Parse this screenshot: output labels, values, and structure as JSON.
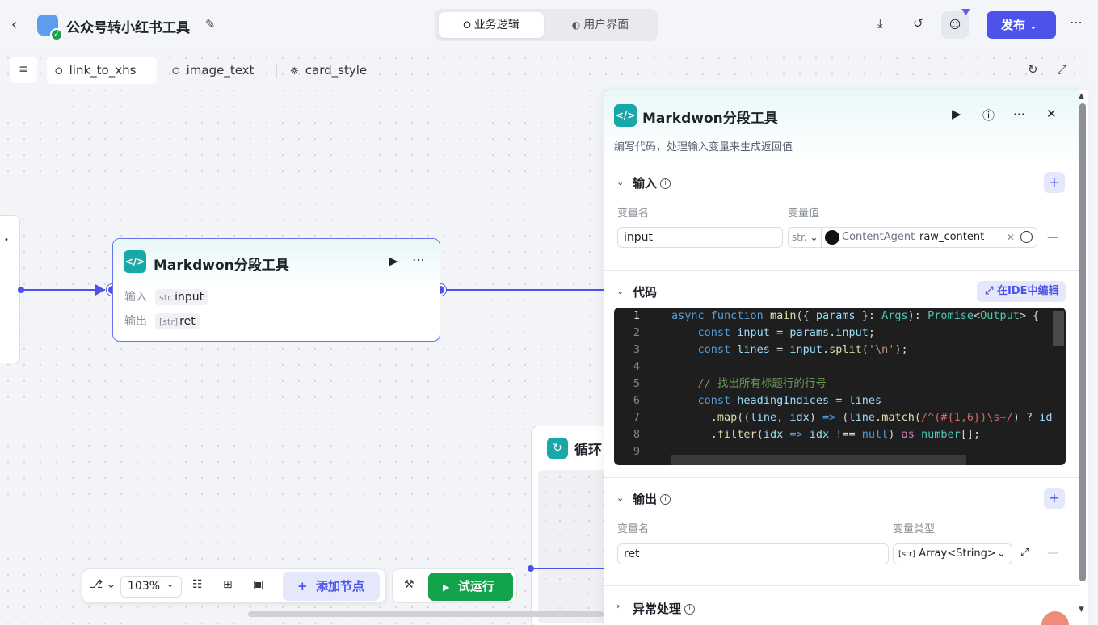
{
  "topbar": {
    "back_icon": "chevron-left-icon",
    "app_title": "公众号转小红书工具",
    "edit_icon": "edit-icon",
    "segments": [
      {
        "label": "业务逻辑",
        "icon": "workflow-icon",
        "active": true
      },
      {
        "label": "用户界面",
        "icon": "palette-icon",
        "active": false
      }
    ],
    "publish_label": "发布",
    "accent": "#4d53e8"
  },
  "tabs": [
    {
      "label": "link_to_xhs",
      "active": true
    },
    {
      "label": "image_text",
      "active": false
    },
    {
      "label": "card_style",
      "active": false
    }
  ],
  "node": {
    "title": "Markdwon分段工具",
    "input_label": "输入",
    "input_type": "str.",
    "input_value": "input",
    "output_label": "输出",
    "output_type": "[str]",
    "output_value": "ret"
  },
  "loop_node": {
    "title": "循环"
  },
  "toolbar": {
    "zoom": "103%",
    "add_node_label": "添加节点",
    "trial_run_label": "试运行",
    "trial_color": "#13a34a"
  },
  "panel": {
    "title": "Markdwon分段工具",
    "description": "编写代码，处理输入变量来生成返回值",
    "input_section": {
      "title": "输入",
      "col_name": "变量名",
      "col_value": "变量值",
      "var_name": "input",
      "var_type": "str.",
      "ref_agent": "ContentAgent -",
      "ref_var": "raw_content"
    },
    "code_section": {
      "title": "代码",
      "ide_button": "在IDE中编辑"
    },
    "output_section": {
      "title": "输出",
      "col_name": "变量名",
      "col_type": "变量类型",
      "var_name": "ret",
      "var_type_prefix": "[str]",
      "var_type": "Array<String>"
    },
    "error_section": {
      "title": "异常处理"
    }
  },
  "code_lines": [
    {
      "n": "1",
      "current": true
    },
    {
      "n": "2"
    },
    {
      "n": "3"
    },
    {
      "n": "4"
    },
    {
      "n": "5"
    },
    {
      "n": "6"
    },
    {
      "n": "7"
    },
    {
      "n": "8"
    },
    {
      "n": "9"
    }
  ]
}
